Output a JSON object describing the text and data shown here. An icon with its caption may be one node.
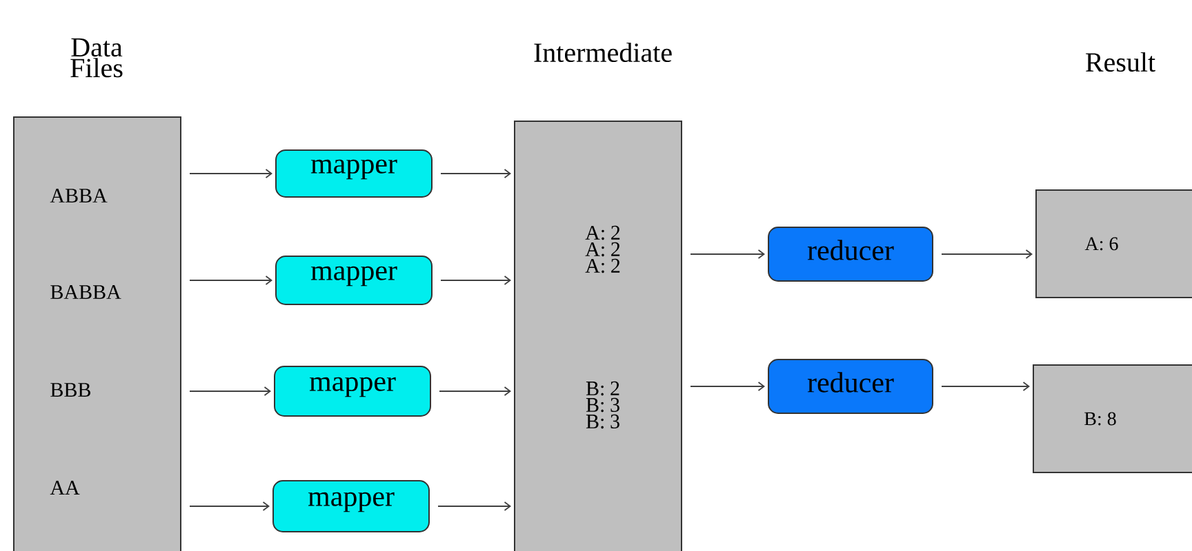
{
  "diagram": {
    "nodes": [
      {
        "text": [
          "Data Files",
          "ABBA",
          "BABBA",
          "BBB",
          "AA"
        ]
      },
      {
        "text": [
          "mapper"
        ]
      },
      {
        "text": [
          "mapper"
        ]
      },
      {
        "text": [
          "mapper"
        ]
      },
      {
        "text": [
          "mapper"
        ]
      },
      {
        "text": [
          "Intermediate",
          "A: 2 A: 2 A: 2",
          "B: 2 B: 3 B: 3"
        ]
      },
      {
        "text": [
          "reducer"
        ]
      },
      {
        "text": [
          "reducer"
        ]
      },
      {
        "text": [
          "A: 6"
        ]
      },
      {
        "text": [
          "B: 8"
        ]
      }
    ],
    "edges": [
      {
        "from": 0,
        "to": 1,
        "arrow": "to"
      },
      {
        "from": 0,
        "to": 2,
        "arrow": "to"
      },
      {
        "from": 0,
        "to": 3,
        "arrow": "to"
      },
      {
        "from": 0,
        "to": 4,
        "arrow": "to"
      },
      {
        "from": 1,
        "to": 5,
        "arrow": "to"
      },
      {
        "from": 2,
        "to": 5,
        "arrow": "to"
      },
      {
        "from": 3,
        "to": 5,
        "arrow": "to"
      },
      {
        "from": 4,
        "to": 5,
        "arrow": "to"
      },
      {
        "from": 5,
        "to": 6,
        "arrow": "to"
      },
      {
        "from": 5,
        "to": 7,
        "arrow": "to"
      },
      {
        "from": 6,
        "to": 8,
        "arrow": "to"
      },
      {
        "from": 7,
        "to": 9,
        "arrow": "to"
      }
    ],
    "labels": [
      "Result"
    ]
  }
}
